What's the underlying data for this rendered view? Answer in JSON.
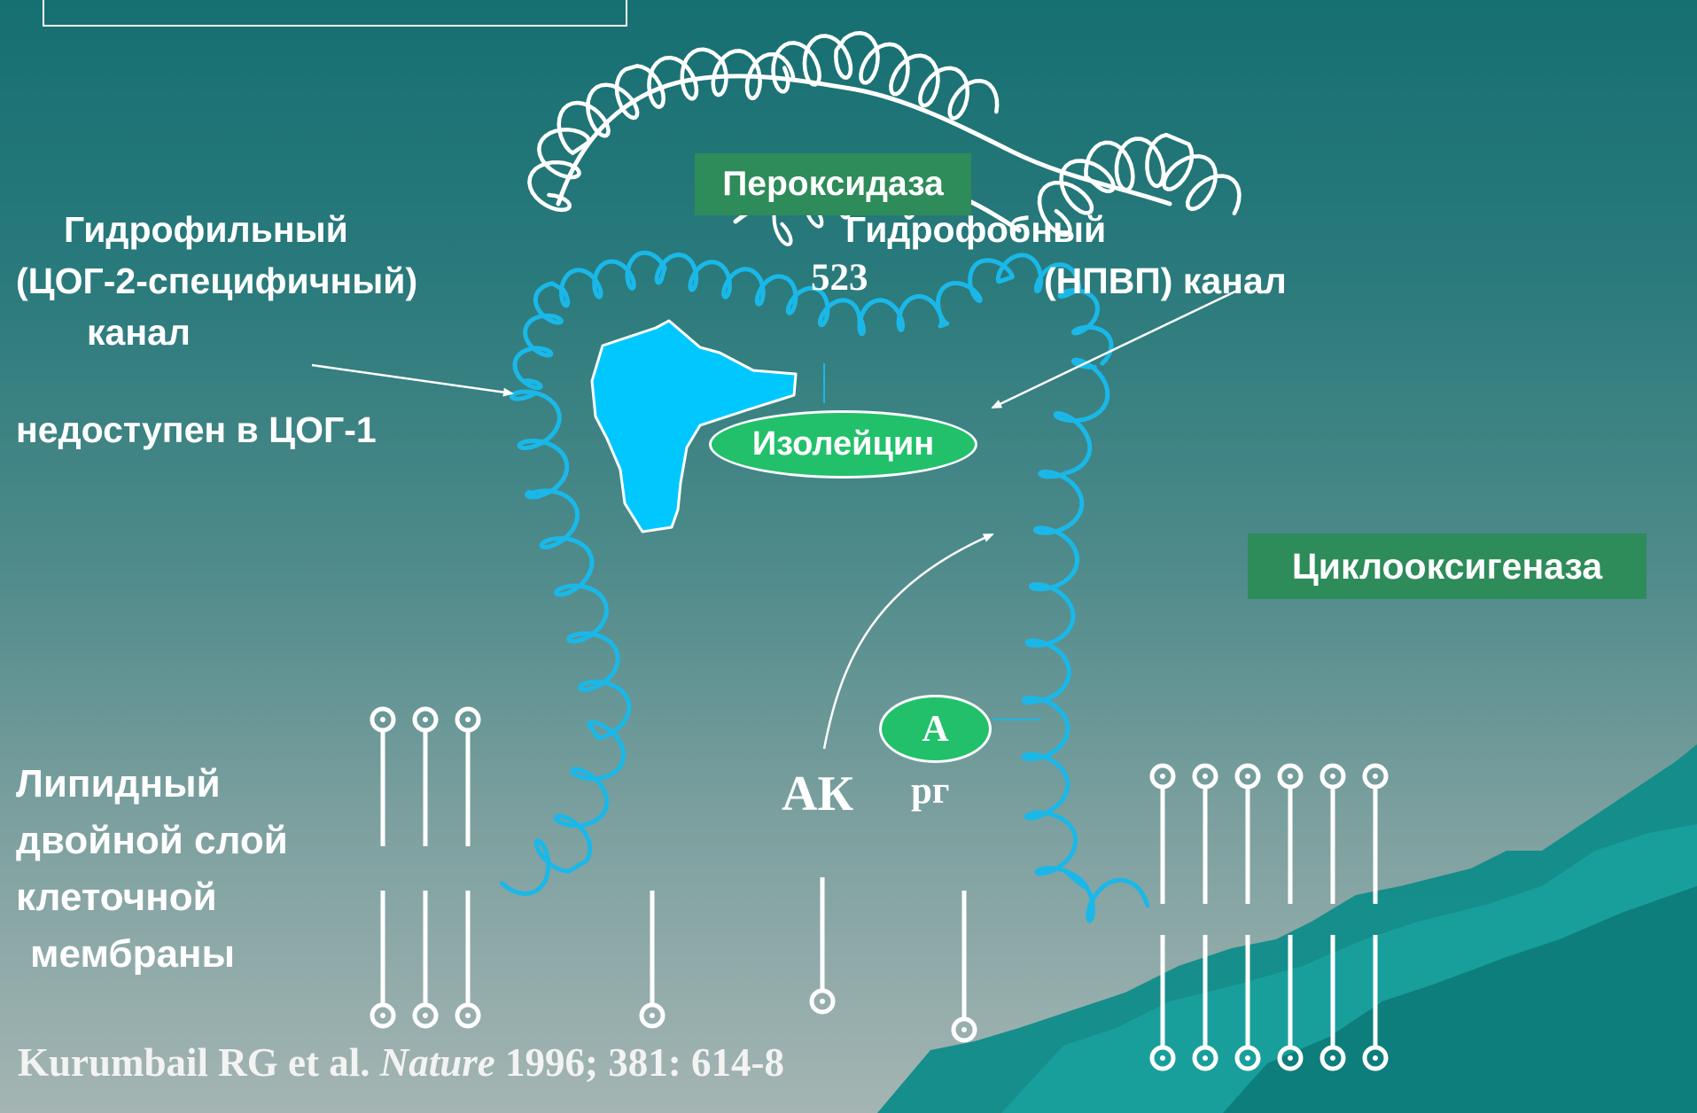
{
  "labels": {
    "peroxidase": "Пероксидаза",
    "hydrophilic_line1": "Гидрофильный",
    "hydrophilic_line2": "(ЦОГ-2-специфичный)",
    "hydrophilic_line3": "канал",
    "not_in_cox1": "недоступен в ЦОГ-1",
    "hydrophobic_line1": "Гидрофобный",
    "hydrophobic_line2": "(НПВП) канал",
    "residue_number": "523",
    "isoleucine": "Изолейцин",
    "cyclooxygenase": "Циклооксигеназа",
    "arg_letter": "А",
    "arg_suffix": "рг",
    "ak": "АК",
    "lipid_line1": "Липидный",
    "lipid_line2": "двойной слой",
    "lipid_line3": "клеточной",
    "lipid_line4": "мембраны"
  },
  "citation": {
    "authors": "Kurumbail RG et al.",
    "journal": "Nature",
    "details": "1996; 381: 614-8"
  },
  "colors": {
    "helix": "#1ab8e8",
    "pocket": "#00c8ff",
    "label_box": "#2e8b5a",
    "oval": "#22c06a",
    "mountain": "#0f8c8a"
  }
}
